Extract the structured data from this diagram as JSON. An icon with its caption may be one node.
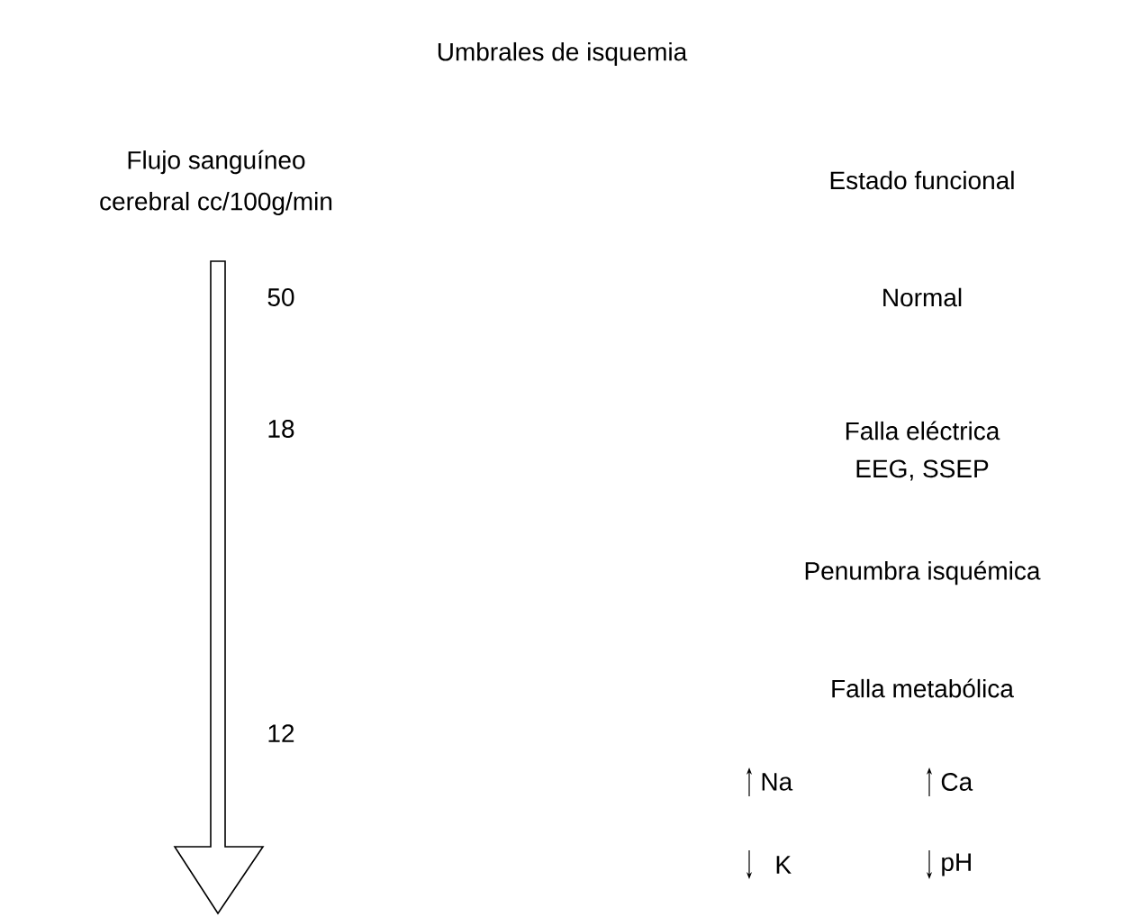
{
  "diagram": {
    "title": "Umbrales de isquemia",
    "labels": [
      "Flujo sanguíneo",
      "cerebral cc/100g/min",
      "Estado funcional",
      "50",
      "Normal",
      "18",
      "Falla eléctrica",
      "EEG, SSEP",
      "Penumbra isquémica",
      "Falla metabólica",
      "12",
      "Na",
      "Ca",
      "K",
      "pH"
    ]
  }
}
